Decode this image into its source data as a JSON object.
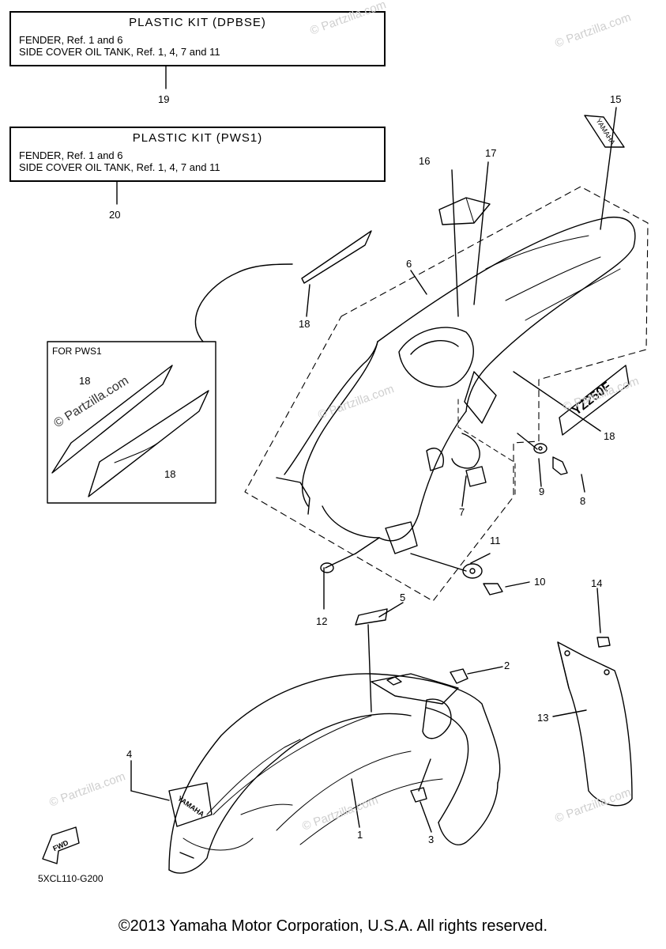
{
  "kits": [
    {
      "title": "PLASTIC KIT (DPBSE)",
      "lines": [
        "FENDER, Ref. 1 and 6",
        "SIDE COVER OIL TANK, Ref. 1, 4, 7 and 11"
      ],
      "ref": "19"
    },
    {
      "title": "PLASTIC KIT (PWS1)",
      "lines": [
        "FENDER, Ref. 1 and 6",
        "SIDE COVER OIL TANK, Ref. 1, 4, 7 and 11"
      ],
      "ref": "20"
    }
  ],
  "callouts": [
    "1",
    "2",
    "3",
    "4",
    "5",
    "6",
    "7",
    "8",
    "9",
    "10",
    "11",
    "12",
    "13",
    "14",
    "15",
    "16",
    "17",
    "18"
  ],
  "inset": {
    "title": "FOR PWS1",
    "refs": [
      "18",
      "18"
    ]
  },
  "decals": {
    "yamaha": "YAMAHA",
    "model": "YZ250F",
    "fwd": "FWD"
  },
  "diagram_code": "5XCL110-G200",
  "watermark": "© Partzilla.com",
  "copyright": "©2013 Yamaha Motor Corporation, U.S.A. All rights reserved."
}
